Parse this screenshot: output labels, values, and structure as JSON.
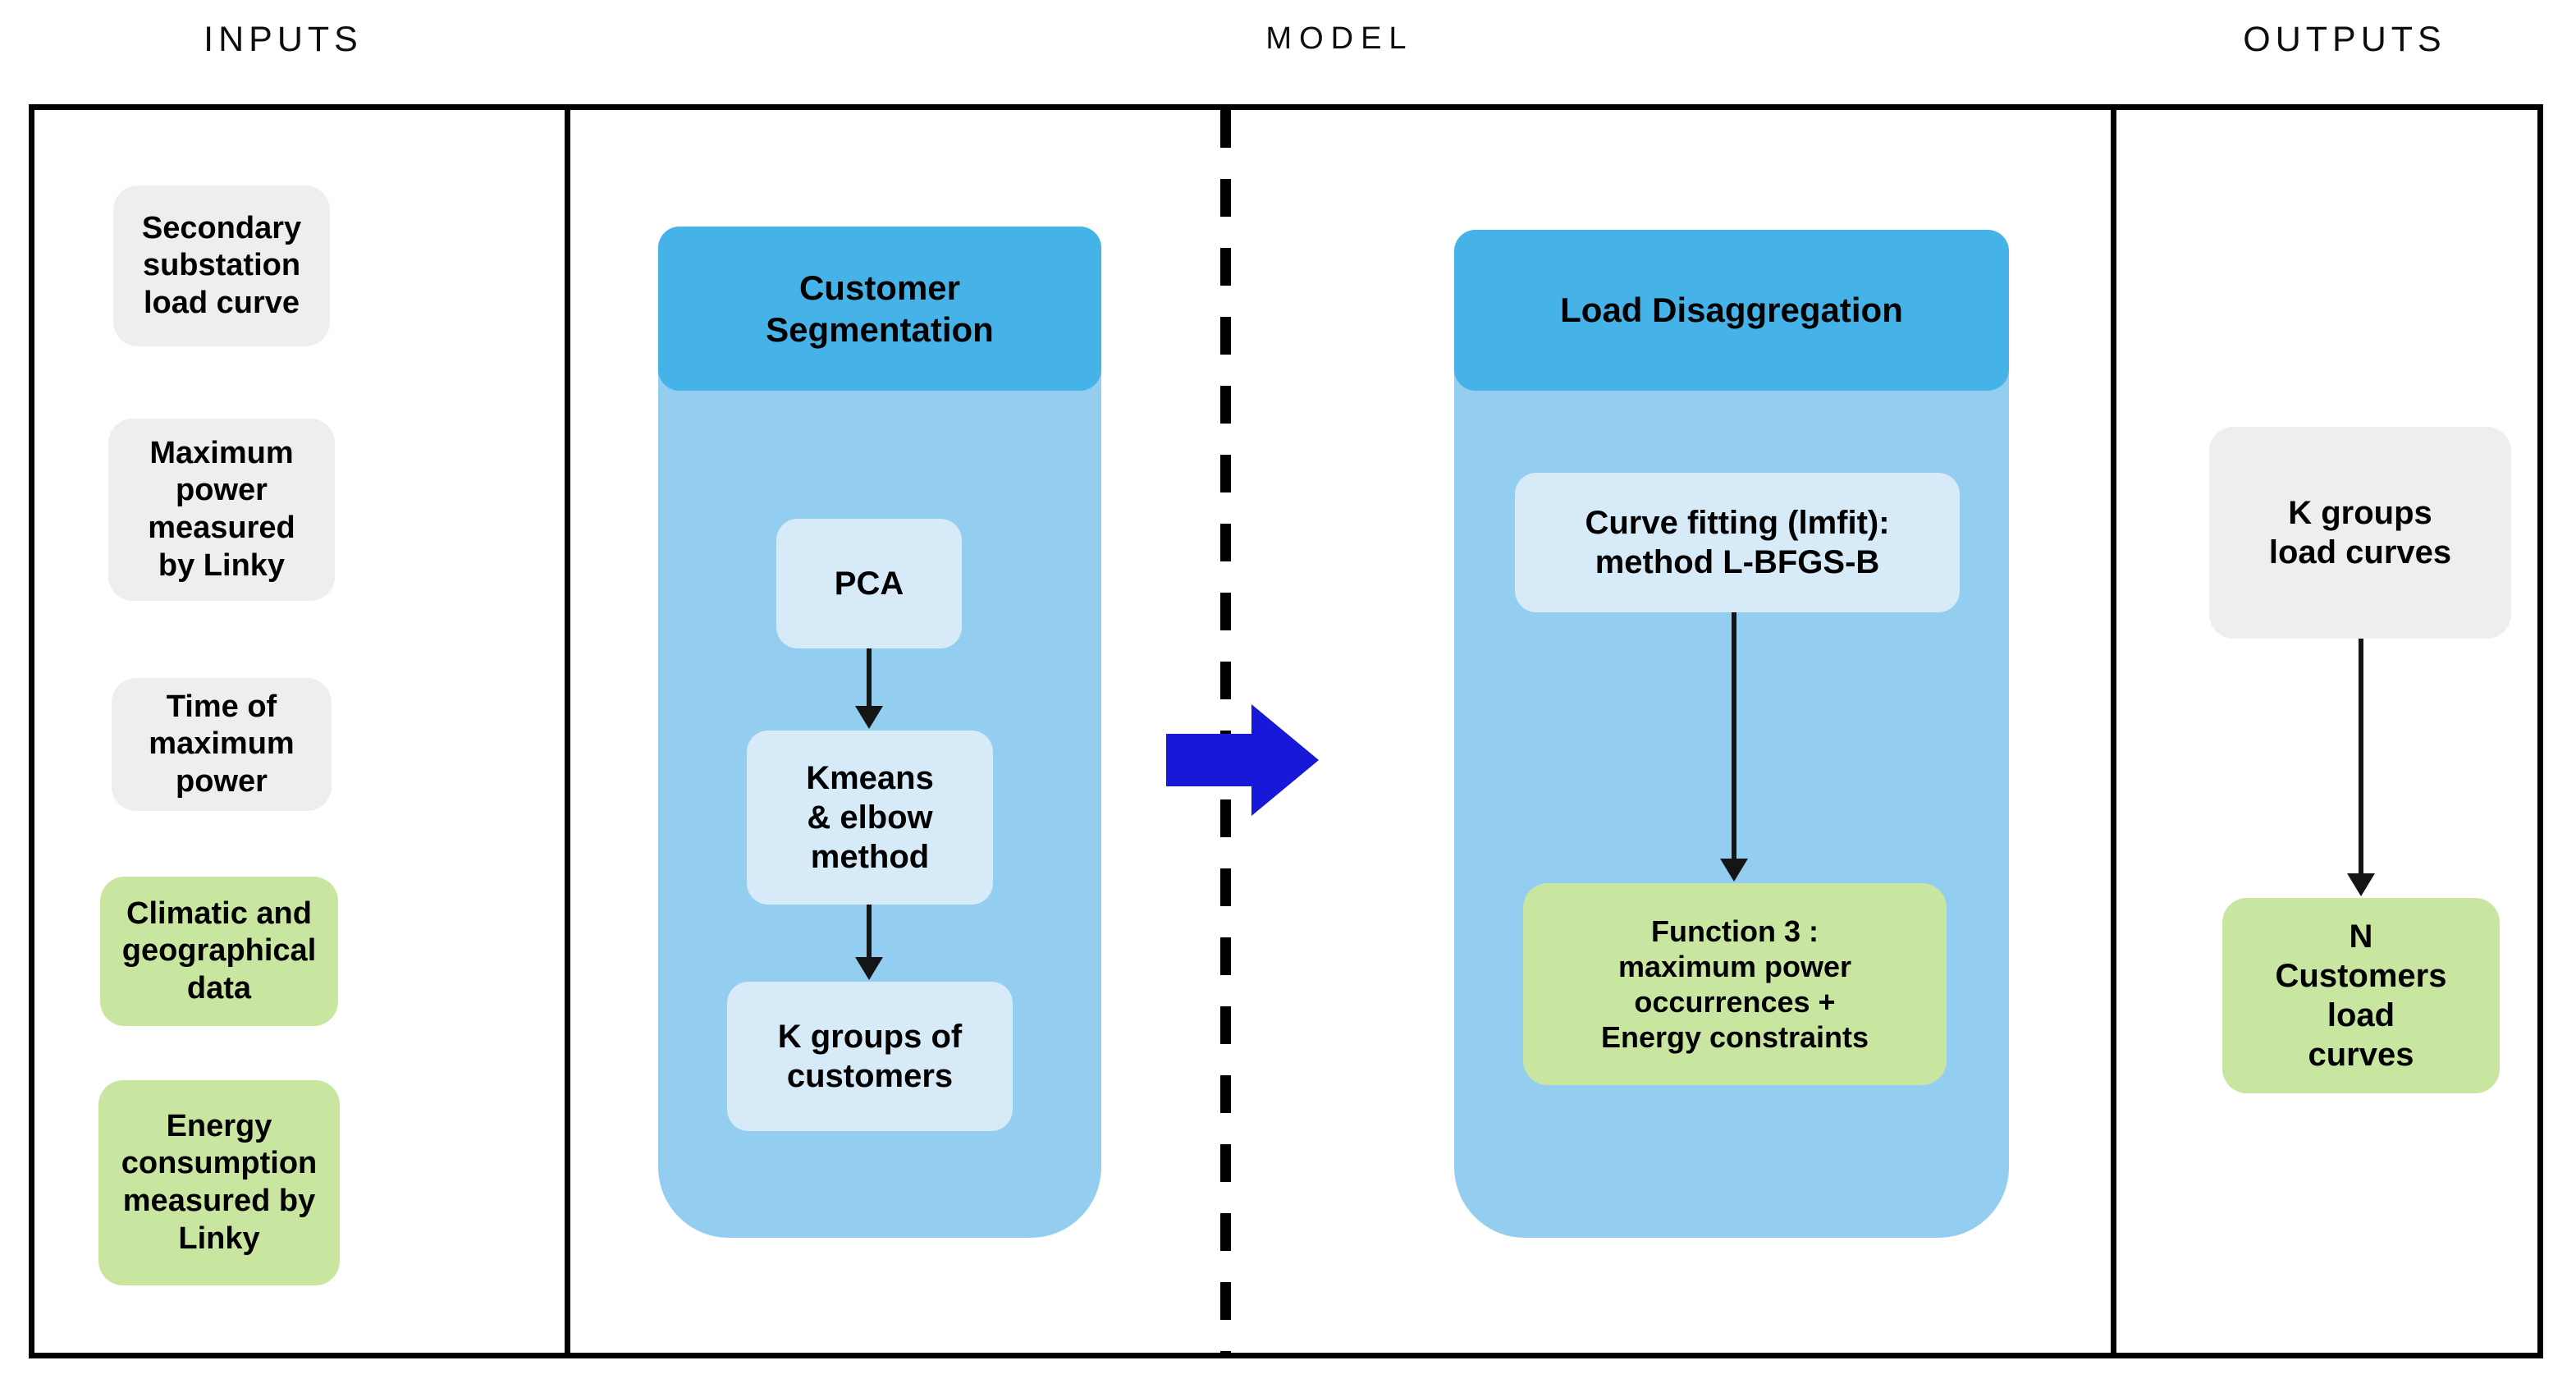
{
  "columns": {
    "inputs_header": "Inputs",
    "model_header": "Model",
    "outputs_header": "Outputs"
  },
  "inputs": {
    "items": [
      {
        "label": "Secondary\nsubstation\nload curve",
        "color": "#eeeeee",
        "kind": "grey"
      },
      {
        "label": "Maximum\npower\nmeasured\nby Linky",
        "color": "#eeeeee",
        "kind": "grey"
      },
      {
        "label": "Time of\nmaximum\npower",
        "color": "#eeeeee",
        "kind": "grey"
      },
      {
        "label": "Climatic and\ngeographical\ndata",
        "color": "#c8e6a0",
        "kind": "green"
      },
      {
        "label": "Energy\nconsumption\nmeasured by\nLinky",
        "color": "#c8e6a0",
        "kind": "green"
      }
    ]
  },
  "model": {
    "segmentation": {
      "title": "Customer\nSegmentation",
      "header_color": "#45b3e7",
      "body_color": "#93cdf0",
      "steps": [
        {
          "label": "PCA",
          "color": "#d6eaf8"
        },
        {
          "label": "Kmeans\n& elbow\nmethod",
          "color": "#d6eaf8"
        },
        {
          "label": "K groups of\ncustomers",
          "color": "#d6eaf8"
        }
      ]
    },
    "disaggregation": {
      "title": "Load Disaggregation",
      "header_color": "#45b3e7",
      "body_color": "#93cdf0",
      "steps": [
        {
          "label": "Curve fitting (lmfit):\nmethod L-BFGS-B",
          "color": "#d6eaf8"
        },
        {
          "label": "Function 3 :\nmaximum power\noccurrences +\nEnergy constraints",
          "color": "#c8e6a0"
        }
      ]
    },
    "transition_arrow_color": "#1818d8"
  },
  "outputs": {
    "items": [
      {
        "label": "K groups\nload curves",
        "color": "#eeeeee",
        "kind": "grey"
      },
      {
        "label": "N\nCustomers\nload\ncurves",
        "color": "#c8e6a0",
        "kind": "green"
      }
    ]
  },
  "style": {
    "frame_color": "#000000",
    "dashed_divider_color": "#000000",
    "connector_color": "#151515"
  }
}
